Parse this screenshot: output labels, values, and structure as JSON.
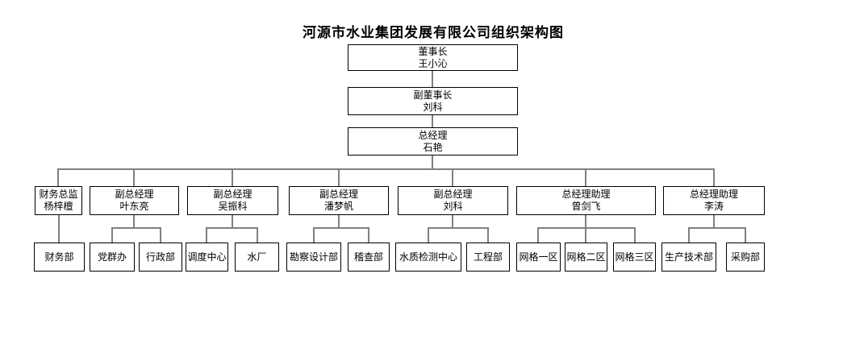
{
  "title": "河源市水业集团发展有限公司组织架构图",
  "org": {
    "chairman": {
      "title": "董事长",
      "name": "王小沁"
    },
    "vice_chairman": {
      "title": "副董事长",
      "name": "刘科"
    },
    "general_manager": {
      "title": "总经理",
      "name": "石艳"
    },
    "executives": [
      {
        "title": "财务总监",
        "name": "杨梓檀",
        "departments": [
          "财务部"
        ]
      },
      {
        "title": "副总经理",
        "name": "叶东亮",
        "departments": [
          "党群办",
          "行政部"
        ]
      },
      {
        "title": "副总经理",
        "name": "吴振科",
        "departments": [
          "调度中心",
          "水厂"
        ]
      },
      {
        "title": "副总经理",
        "name": "潘梦帆",
        "departments": [
          "勘察设计部",
          "稽查部"
        ]
      },
      {
        "title": "副总经理",
        "name": "刘科",
        "departments": [
          "水质检测中心",
          "工程部"
        ]
      },
      {
        "title": "总经理助理",
        "name": "曾剑飞",
        "departments": [
          "网格一区",
          "网格二区",
          "网格三区"
        ]
      },
      {
        "title": "总经理助理",
        "name": "李涛",
        "departments": [
          "生产技术部",
          "采购部"
        ]
      }
    ]
  },
  "colors": {
    "connector": "#808080",
    "border": "#000000",
    "background": "#ffffff"
  }
}
